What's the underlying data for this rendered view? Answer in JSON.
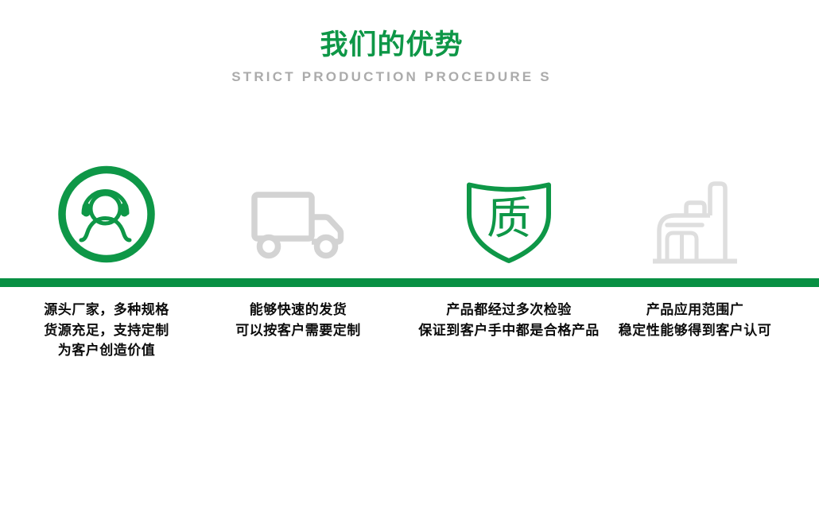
{
  "header": {
    "title": "我们的优势",
    "subtitle": "STRICT PRODUCTION PROCEDURE S"
  },
  "colors": {
    "green": "#0E9747",
    "divider_green": "#089043",
    "truck_gray": "#D3D3D3",
    "factory_gray": "#DEDEDE",
    "subtitle_gray": "#ABABAB",
    "body_text": "#0C0C0C"
  },
  "features": [
    {
      "icon": "customer-service-icon",
      "lines": [
        "源头厂家，多种规格",
        "货源充足，支持定制",
        "为客户创造价值"
      ]
    },
    {
      "icon": "truck-icon",
      "lines": [
        "能够快速的发货",
        "可以按客户需要定制"
      ]
    },
    {
      "icon": "quality-shield-icon",
      "shield_char": "质",
      "lines": [
        "产品都经过多次检验",
        "保证到客户手中都是合格产品"
      ]
    },
    {
      "icon": "factory-icon",
      "lines": [
        "产品应用范围广",
        "稳定性能够得到客户认可"
      ]
    }
  ]
}
